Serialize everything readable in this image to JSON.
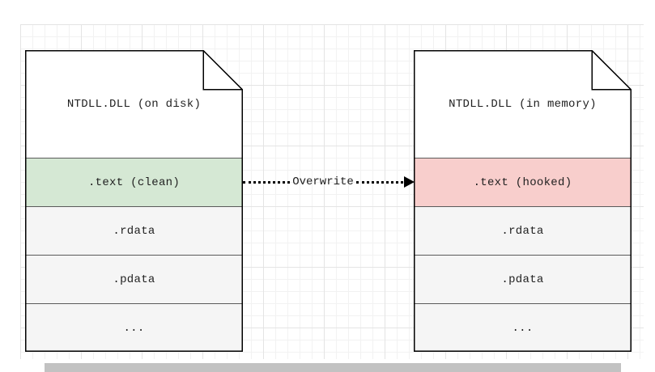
{
  "canvas": {
    "background": "#ffffff",
    "grid_minor_color": "#f2f2f2",
    "grid_major_color": "#e4e4e4"
  },
  "left_document": {
    "title": "NTDLL.DLL (on disk)",
    "sections": [
      {
        "label": ".text (clean)",
        "fill": "#d5e8d4"
      },
      {
        "label": ".rdata",
        "fill": "#f5f5f5"
      },
      {
        "label": ".pdata",
        "fill": "#f5f5f5"
      },
      {
        "label": "...",
        "fill": "#f5f5f5"
      }
    ]
  },
  "right_document": {
    "title": "NTDLL.DLL (in memory)",
    "sections": [
      {
        "label": ".text (hooked)",
        "fill": "#f8cecc"
      },
      {
        "label": ".rdata",
        "fill": "#f5f5f5"
      },
      {
        "label": ".pdata",
        "fill": "#f5f5f5"
      },
      {
        "label": "...",
        "fill": "#f5f5f5"
      }
    ]
  },
  "arrow": {
    "label": "Overwrite",
    "color": "#000000"
  }
}
